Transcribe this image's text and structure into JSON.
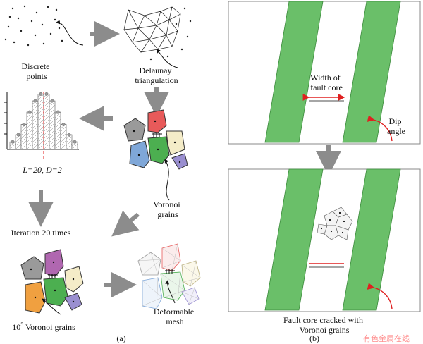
{
  "panel_a": {
    "caption": "(a)",
    "discrete_points": [
      "Discrete",
      "points"
    ],
    "delaunay": [
      "Delaunay",
      "triangulation"
    ],
    "distribution": [
      "L=20, D=2"
    ],
    "voronoi": [
      "Voronoi",
      "grains"
    ],
    "iteration": "Iteration 20 times",
    "voronoi_count": [
      "10",
      "5",
      " Voronoi grains"
    ],
    "deformable": [
      "Deformable",
      "mesh"
    ]
  },
  "panel_b": {
    "caption": "(b)",
    "width_label": [
      "Width of",
      "fault core"
    ],
    "dip_label": [
      "Dip",
      "angle"
    ],
    "cracked_label": [
      "Fault core cracked with",
      "Voronoi grains"
    ]
  },
  "colors": {
    "fault_green": "#6abf69",
    "arrow_gray": "#8c8c8c",
    "red": "#e02020",
    "grain_gray": "#9a9a9a",
    "grain_red": "#e85a5a",
    "grain_green": "#4caf50",
    "grain_blue": "#7fa7d8",
    "grain_beige": "#f4ecc8",
    "grain_purple": "#9a8fd0",
    "grain_magenta": "#b067b0",
    "grain_orange": "#f0a040"
  },
  "watermark": "有色金属在线"
}
